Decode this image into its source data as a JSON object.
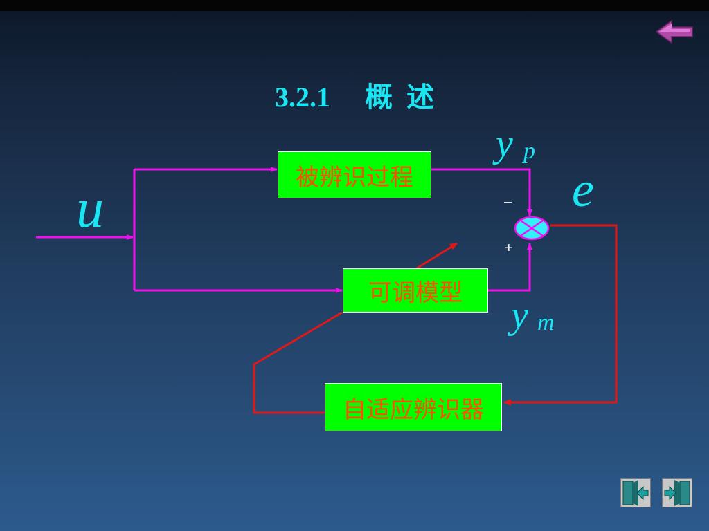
{
  "slide": {
    "title": "3.2.1     概  述"
  },
  "diagram": {
    "blocks": {
      "process": "被辨识过程",
      "model": "可调模型",
      "identifier": "自适应辨识器"
    },
    "signals": {
      "input": "u",
      "error": "e",
      "yp_base": "y",
      "yp_sub": "p",
      "ym_base": "y",
      "ym_sub": "m"
    },
    "junction_signs": {
      "top": "–",
      "bottom": "+"
    },
    "colors": {
      "signal_line": "#ee11ee",
      "adapt_line": "#e01818",
      "block_fill": "#00ff00",
      "block_text": "#ff4d00",
      "label": "#19e6f2",
      "sum_fill": "#33f0ff"
    }
  },
  "navigation": {
    "back_icon": "return-arrow-icon",
    "prev_icon": "door-exit-left-icon",
    "next_icon": "door-enter-right-icon"
  }
}
